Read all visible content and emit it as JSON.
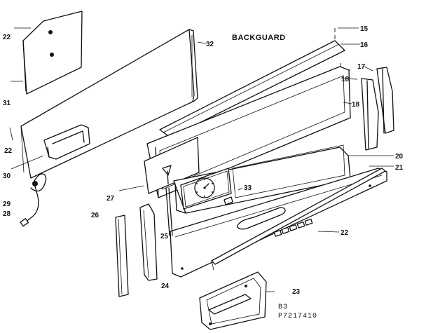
{
  "title": "BACKGUARD",
  "footer": {
    "line1": "B3",
    "line2": "P7217410"
  },
  "callouts": {
    "c15": "15",
    "c16": "16",
    "c17": "17",
    "c18a": "18",
    "c18b": "18",
    "c20": "20",
    "c21": "21",
    "c22a": "22",
    "c22b": "22",
    "c22c": "22",
    "c23": "23",
    "c24": "24",
    "c25": "25",
    "c26": "26",
    "c27": "27",
    "c28": "28",
    "c29": "29",
    "c30": "30",
    "c31": "31",
    "c32": "32",
    "c33": "33"
  }
}
